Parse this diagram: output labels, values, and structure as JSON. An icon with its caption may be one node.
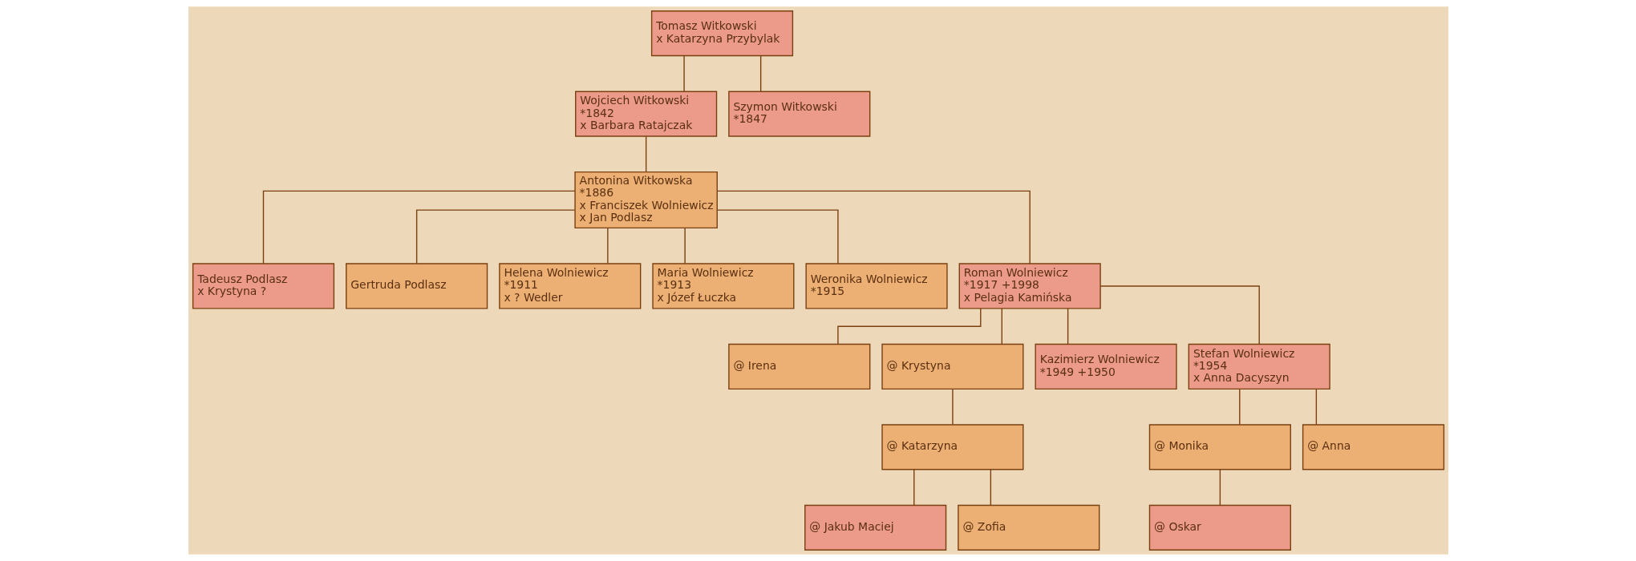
{
  "diagram": {
    "nodes": [
      {
        "text": [
          "Tomasz Witkowski",
          "x Katarzyna Przybylak"
        ]
      },
      {
        "text": [
          "Wojciech Witkowski",
          "*1842",
          "x Barbara Ratajczak"
        ]
      },
      {
        "text": [
          "Szymon Witkowski",
          "*1847"
        ]
      },
      {
        "text": [
          "Antonina Witkowska",
          "*1886",
          "x Franciszek Wolniewicz",
          "x Jan Podlasz"
        ]
      },
      {
        "text": [
          "Tadeusz Podlasz",
          "x Krystyna ?"
        ]
      },
      {
        "text": [
          "Gertruda Podlasz"
        ]
      },
      {
        "text": [
          "Helena Wolniewicz",
          "*1911",
          "x ? Wedler"
        ]
      },
      {
        "text": [
          "Maria Wolniewicz",
          "*1913",
          "x Józef Łuczka"
        ]
      },
      {
        "text": [
          "Weronika Wolniewicz",
          "*1915"
        ]
      },
      {
        "text": [
          "Roman Wolniewicz",
          "*1917 +1998",
          "x Pelagia Kamińska"
        ]
      },
      {
        "text": [
          "@ Irena"
        ]
      },
      {
        "text": [
          "@ Krystyna"
        ]
      },
      {
        "text": [
          "Kazimierz Wolniewicz",
          "*1949 +1950"
        ]
      },
      {
        "text": [
          "Stefan Wolniewicz",
          "*1954",
          "x Anna Dacyszyn"
        ]
      },
      {
        "text": [
          "@ Katarzyna"
        ]
      },
      {
        "text": [
          "@ Monika"
        ]
      },
      {
        "text": [
          "@ Anna"
        ]
      },
      {
        "text": [
          "@ Jakub Maciej"
        ]
      },
      {
        "text": [
          "@ Zofia"
        ]
      },
      {
        "text": [
          "@ Oskar"
        ]
      }
    ],
    "edges": [
      {
        "from": 0,
        "to": 1,
        "arrow": "none"
      },
      {
        "from": 0,
        "to": 2,
        "arrow": "none"
      },
      {
        "from": 1,
        "to": 3,
        "arrow": "none"
      },
      {
        "from": 3,
        "to": 4,
        "arrow": "none"
      },
      {
        "from": 3,
        "to": 5,
        "arrow": "none"
      },
      {
        "from": 3,
        "to": 6,
        "arrow": "none"
      },
      {
        "from": 3,
        "to": 7,
        "arrow": "none"
      },
      {
        "from": 3,
        "to": 8,
        "arrow": "none"
      },
      {
        "from": 3,
        "to": 9,
        "arrow": "none"
      },
      {
        "from": 9,
        "to": 10,
        "arrow": "none"
      },
      {
        "from": 9,
        "to": 11,
        "arrow": "none"
      },
      {
        "from": 9,
        "to": 12,
        "arrow": "none"
      },
      {
        "from": 9,
        "to": 13,
        "arrow": "none"
      },
      {
        "from": 11,
        "to": 14,
        "arrow": "none"
      },
      {
        "from": 13,
        "to": 15,
        "arrow": "none"
      },
      {
        "from": 13,
        "to": 16,
        "arrow": "none"
      },
      {
        "from": 14,
        "to": 17,
        "arrow": "none"
      },
      {
        "from": 14,
        "to": 18,
        "arrow": "none"
      },
      {
        "from": 15,
        "to": 19,
        "arrow": "none"
      }
    ]
  }
}
